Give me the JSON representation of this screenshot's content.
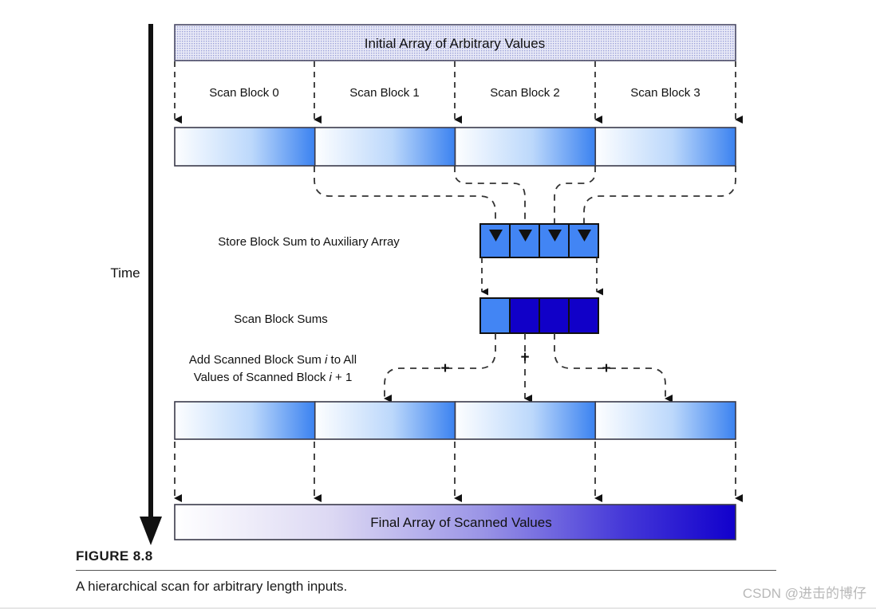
{
  "figure": {
    "number_label": "FIGURE 8.8",
    "caption": "A hierarchical scan for arbitrary length inputs.",
    "watermark": "CSDN @进击的博仔"
  },
  "diagram": {
    "axis": {
      "label": "Time",
      "direction": "downward"
    },
    "top_bar": {
      "label": "Initial Array of Arbitrary Values",
      "fill": "stipple-lavender",
      "fill_color": "#c8cbe8"
    },
    "bottom_bar": {
      "label": "Final Array of Scanned Values",
      "gradient_from": "#ffffff",
      "gradient_to": "#1100cc"
    },
    "block_labels": [
      "Scan Block 0",
      "Scan Block 1",
      "Scan Block 2",
      "Scan Block 3"
    ],
    "stage_labels": [
      "Store Block Sum to Auxiliary Array",
      "Scan Block Sums"
    ],
    "add_stage": {
      "line1": "Add Scanned Block Sum i to All",
      "line2": "Values of Scanned Block i + 1",
      "italic_tokens": [
        "i",
        "i"
      ],
      "plus_symbol": "+",
      "plus_count": 3
    },
    "aux_array": {
      "cells": 4,
      "fill": "#4285f4",
      "arrow_glyph": "down-triangle"
    },
    "scanned_sums_array": {
      "cells": 4,
      "fills": [
        "#4285f4",
        "#1100c8",
        "#1100c8",
        "#1100c8"
      ]
    },
    "scanned_blocks_bar": {
      "blocks": 4,
      "gradient_from": "#fbfdff",
      "gradient_to": "#3b82f0"
    },
    "block_gradient_bar": {
      "blocks": 4,
      "gradient_from": "#fbfdff",
      "gradient_to": "#3b82f0"
    },
    "colors": {
      "accent_blue": "#4285f4",
      "deep_blue": "#1100c8",
      "stipple_lavender": "#c8cbe8",
      "outline": "#3a3a4a",
      "dashed": "#333333"
    },
    "geometry": {
      "left_edge": 219,
      "right_edge": 922,
      "dividers": [
        394,
        570,
        746
      ]
    }
  }
}
